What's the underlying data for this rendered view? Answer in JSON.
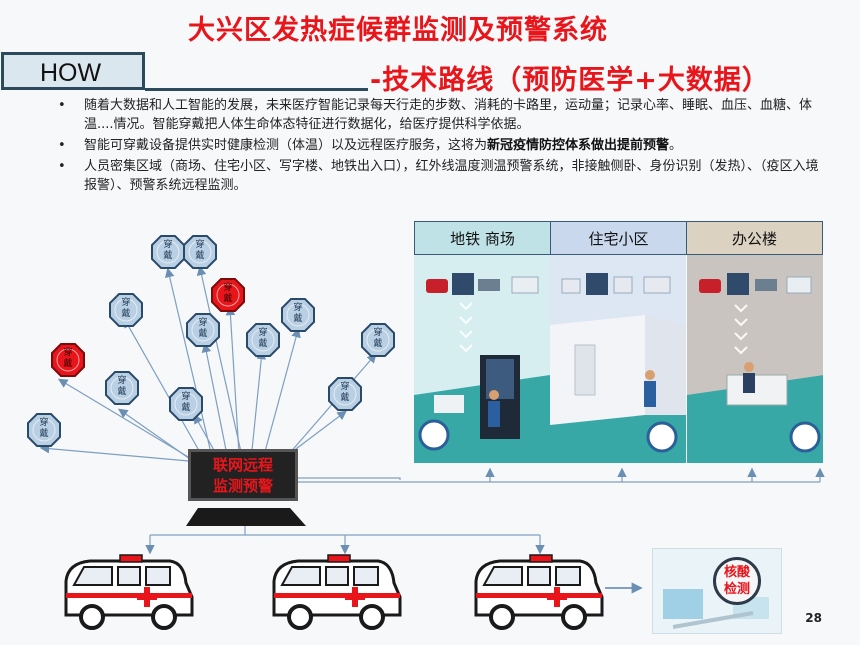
{
  "header": {
    "title_line1": "大兴区发热症候群监测及预警系统",
    "title_line2": "-技术路线（预防医学+大数据）",
    "how_label": "HOW",
    "accent_color": "#e8151b"
  },
  "bullets": [
    {
      "text": "随着大数据和人工智能的发展，未来医疗智能记录每天行走的步数、消耗的卡路里，运动量；记录心率、睡眠、血压、血糖、体温....情况。智能穿戴把人体生命体态特征进行数据化，给医疗提供科学依据。"
    },
    {
      "text_before": "智能可穿戴设备提供实时健康检测（体温）以及远程医疗服务，这将为",
      "text_bold": "新冠疫情防控体系做出提前预警",
      "text_after": "。"
    },
    {
      "text": "人员密集区域（商场、住宅小区、写字楼、地铁出入口），红外线温度测温预警系统，非接触侧卧、身份识别（发热）、（疫区入境报警）、预警系统远程监测。"
    }
  ],
  "wearable_label": "穿戴",
  "wearable_label_chars": [
    "穿",
    "戴"
  ],
  "monitor": {
    "line1": "联网远程",
    "line2": "监测预警"
  },
  "scenes": {
    "tabs": [
      "地铁 商场",
      "住宅小区",
      "办公楼"
    ]
  },
  "test_badge": {
    "line1": "核酸",
    "line2": "检测"
  },
  "page_number": "28"
}
